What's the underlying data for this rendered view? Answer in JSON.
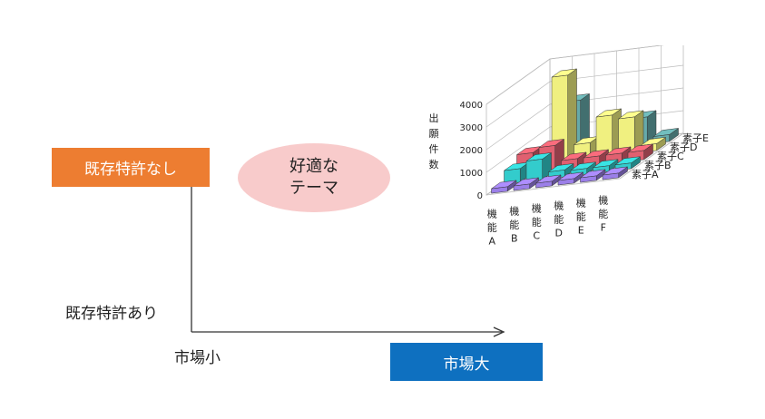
{
  "labels": {
    "no_existing_patent": "既存特許なし",
    "existing_patent": "既存特許あり",
    "market_small": "市場小",
    "market_large": "市場大",
    "suitable_theme_line1": "好適な",
    "suitable_theme_line2": "テーマ"
  },
  "colors": {
    "orange_box": "#ed7d31",
    "blue_box": "#0e70c0",
    "ellipse": "#f8cbcb"
  },
  "chart_data": {
    "type": "bar",
    "subtype": "3d-bar",
    "ylabel": "出願件数",
    "yticks": [
      "0",
      "1000",
      "2000",
      "3000",
      "4000"
    ],
    "ylim": [
      0,
      4000
    ],
    "categories": [
      "機能A",
      "機能B",
      "機能C",
      "機能D",
      "機能E",
      "機能F"
    ],
    "category_parts": [
      {
        "kanji": "機能",
        "letter": "A"
      },
      {
        "kanji": "機能",
        "letter": "B"
      },
      {
        "kanji": "機能",
        "letter": "C"
      },
      {
        "kanji": "機能",
        "letter": "D"
      },
      {
        "kanji": "機能",
        "letter": "E"
      },
      {
        "kanji": "機能",
        "letter": "F"
      }
    ],
    "series": [
      {
        "name": "素子A",
        "color": "#9b7fe8",
        "values": [
          200,
          200,
          200,
          200,
          200,
          200
        ]
      },
      {
        "name": "素子B",
        "color": "#33cccc",
        "values": [
          600,
          900,
          300,
          250,
          250,
          250
        ]
      },
      {
        "name": "素子C",
        "color": "#e06070",
        "values": [
          900,
          1100,
          400,
          400,
          400,
          400
        ]
      },
      {
        "name": "素子D",
        "color": "#f0f080",
        "values": [
          400,
          3800,
          700,
          1800,
          1600,
          300
        ]
      },
      {
        "name": "素子E",
        "color": "#66aaaa",
        "values": [
          200,
          2300,
          300,
          500,
          1200,
          300
        ]
      }
    ]
  }
}
